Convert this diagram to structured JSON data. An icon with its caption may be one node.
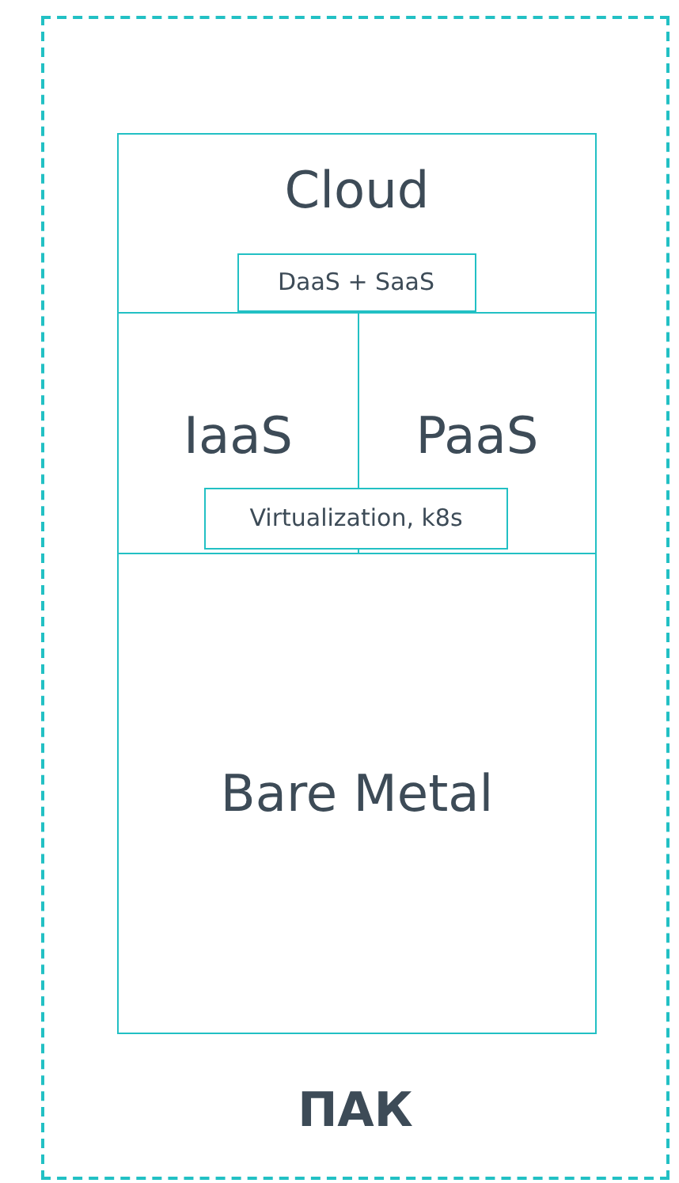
{
  "diagram": {
    "nodes": [
      {
        "text": [
          "ПАК"
        ]
      },
      {
        "text": [
          "Cloud"
        ],
        "in": 0
      },
      {
        "text": [
          "DaaS + SaaS"
        ],
        "in": 1
      },
      {
        "text": [
          "IaaS"
        ],
        "in": 0
      },
      {
        "text": [
          "PaaS"
        ],
        "in": 0
      },
      {
        "text": [
          "Virtualization, k8s"
        ],
        "in": 0
      },
      {
        "text": [
          "Bare Metal"
        ],
        "in": 0
      }
    ]
  }
}
